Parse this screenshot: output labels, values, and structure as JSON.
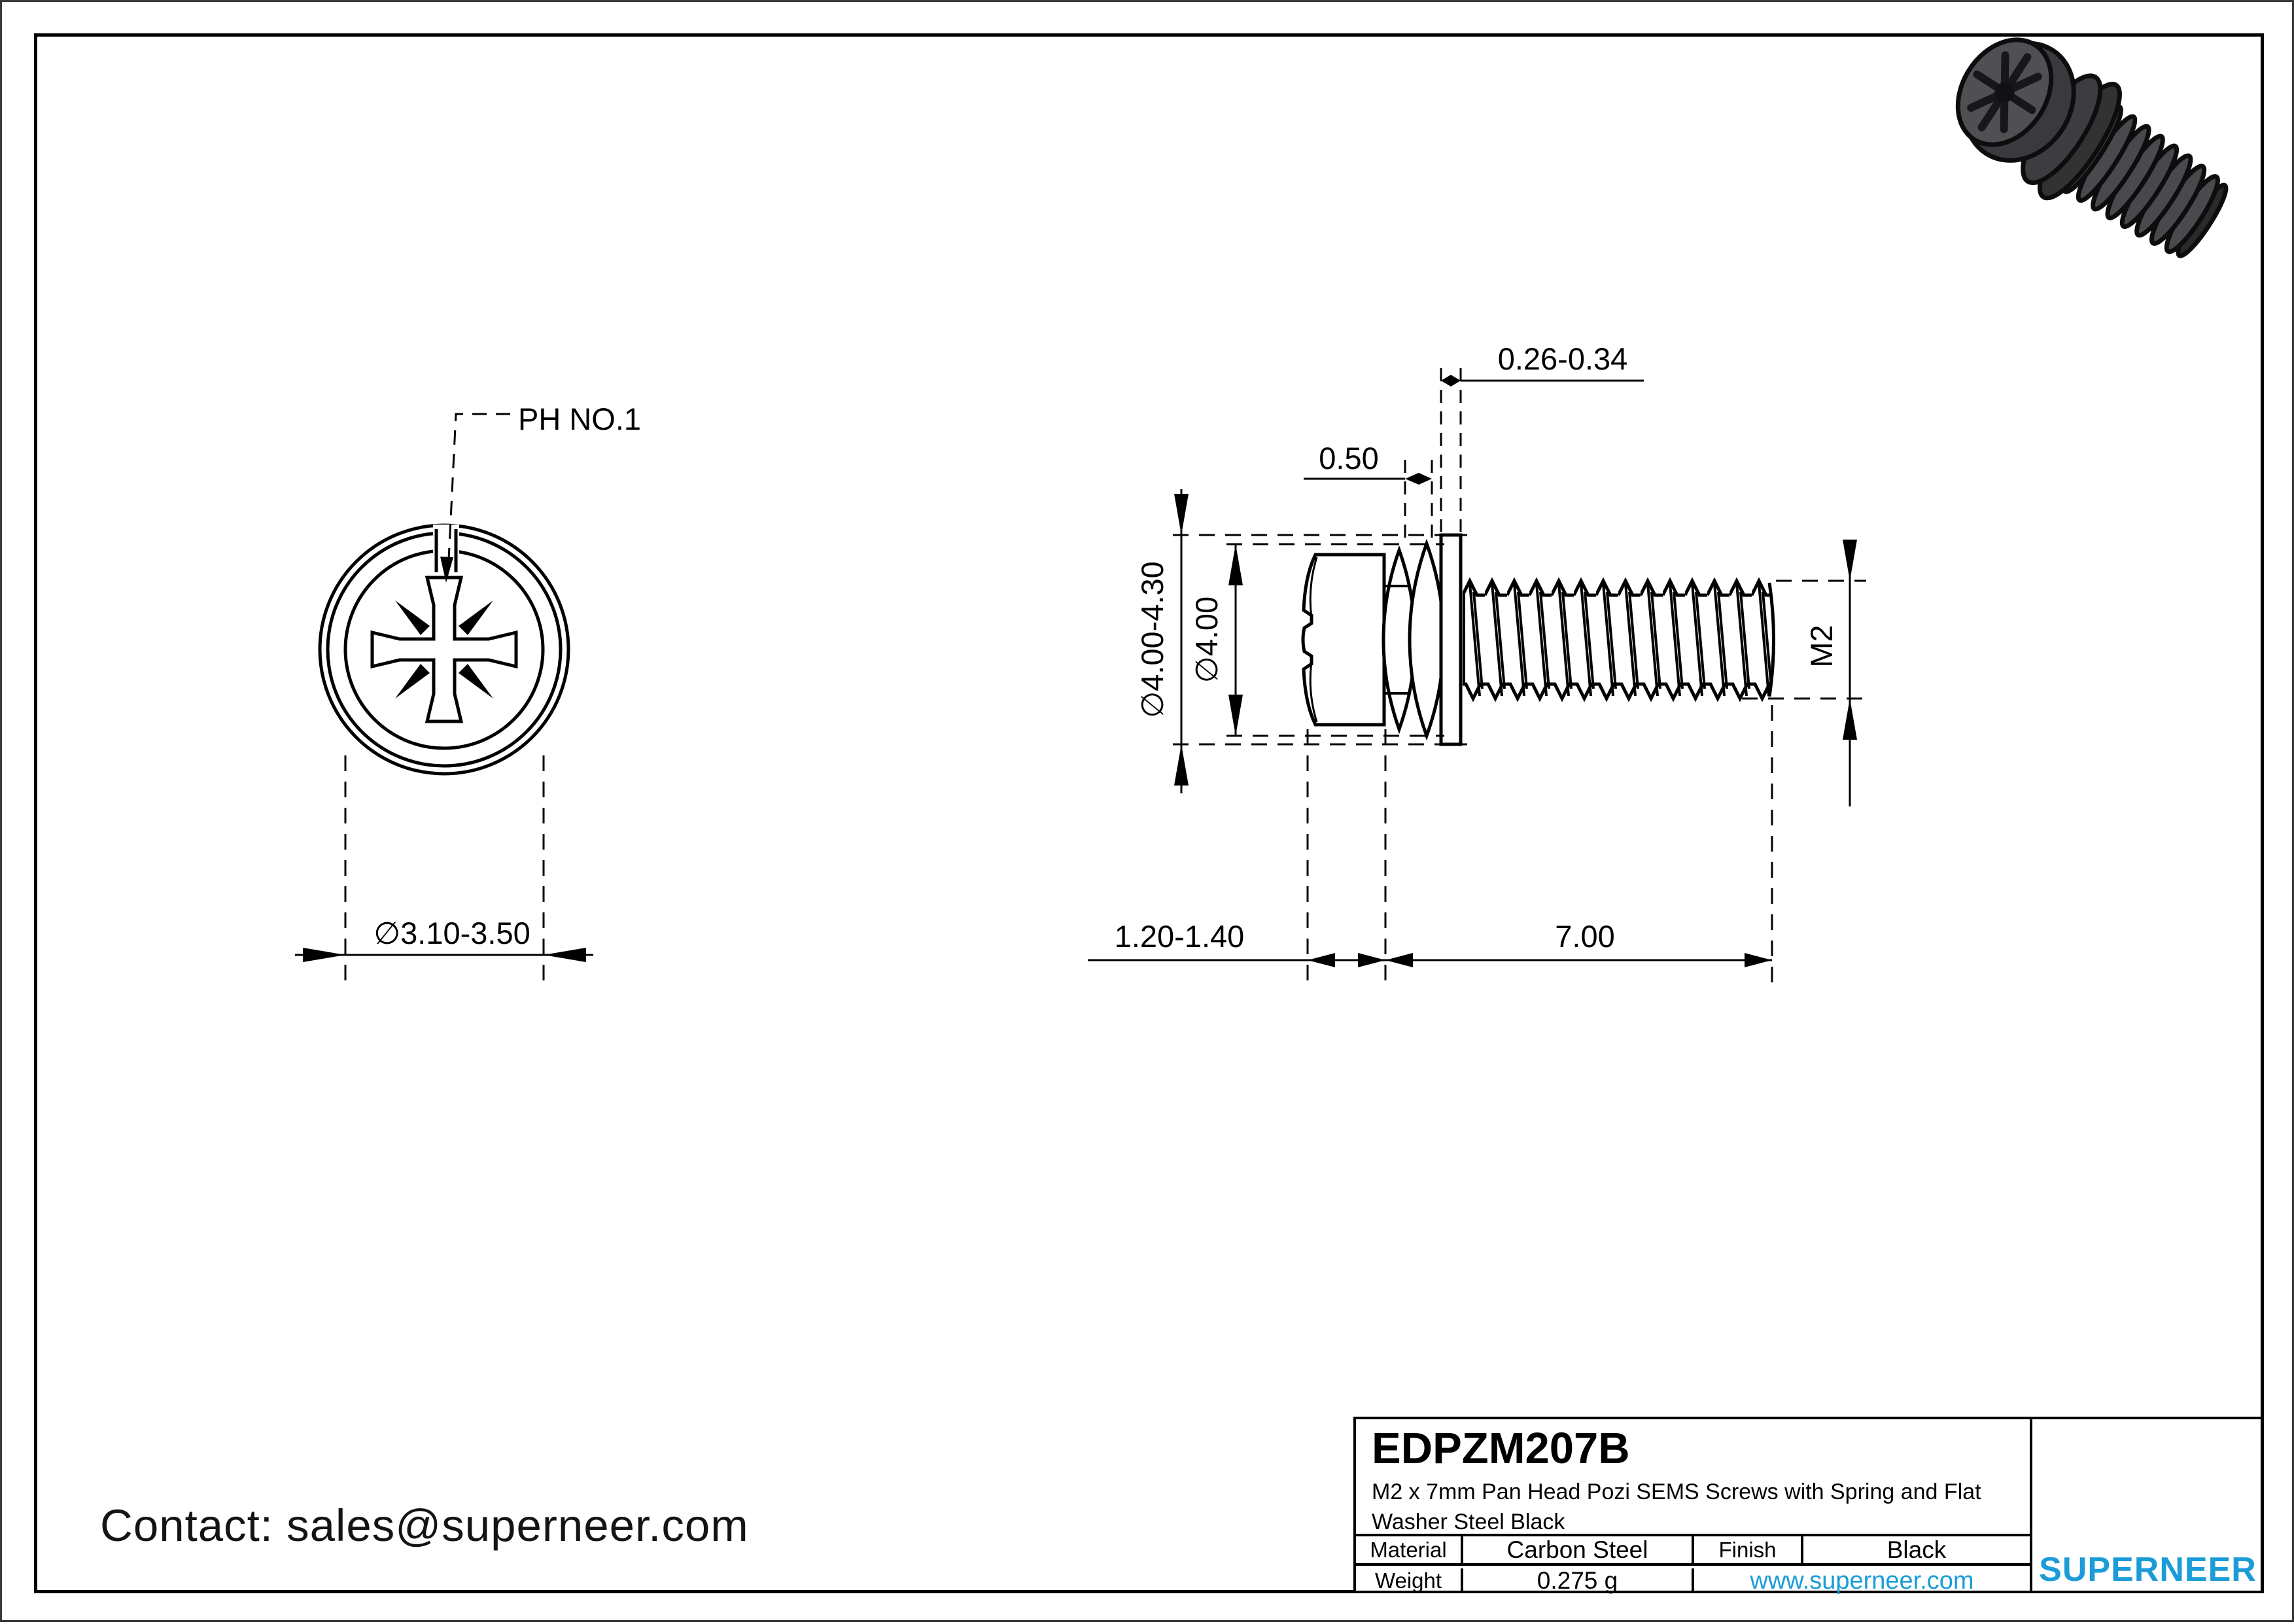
{
  "front_view": {
    "drive_label": "PH NO.1",
    "head_diameter": "∅3.10-3.50"
  },
  "side_view": {
    "flat_washer_thickness": "0.26-0.34",
    "spring_washer_thickness": "0.50",
    "flat_washer_od": "∅4.00-4.30",
    "spring_washer_od": "∅4.00",
    "thread_size": "M2",
    "head_height": "1.20-1.40",
    "thread_length": "7.00"
  },
  "title_block": {
    "part_number": "EDPZM207B",
    "description": "M2 x 7mm Pan Head Pozi SEMS Screws with Spring and Flat Washer Steel Black",
    "material_label": "Material",
    "material_value": "Carbon Steel",
    "finish_label": "Finish",
    "finish_value": "Black",
    "weight_label": "Weight",
    "weight_value": "0.275 g",
    "website": "www.superneer.com"
  },
  "brand": {
    "name": "SUPERNEER",
    "accent_blue": "#1b9cd8"
  },
  "contact": {
    "line": "Contact: sales@superneer.com"
  }
}
